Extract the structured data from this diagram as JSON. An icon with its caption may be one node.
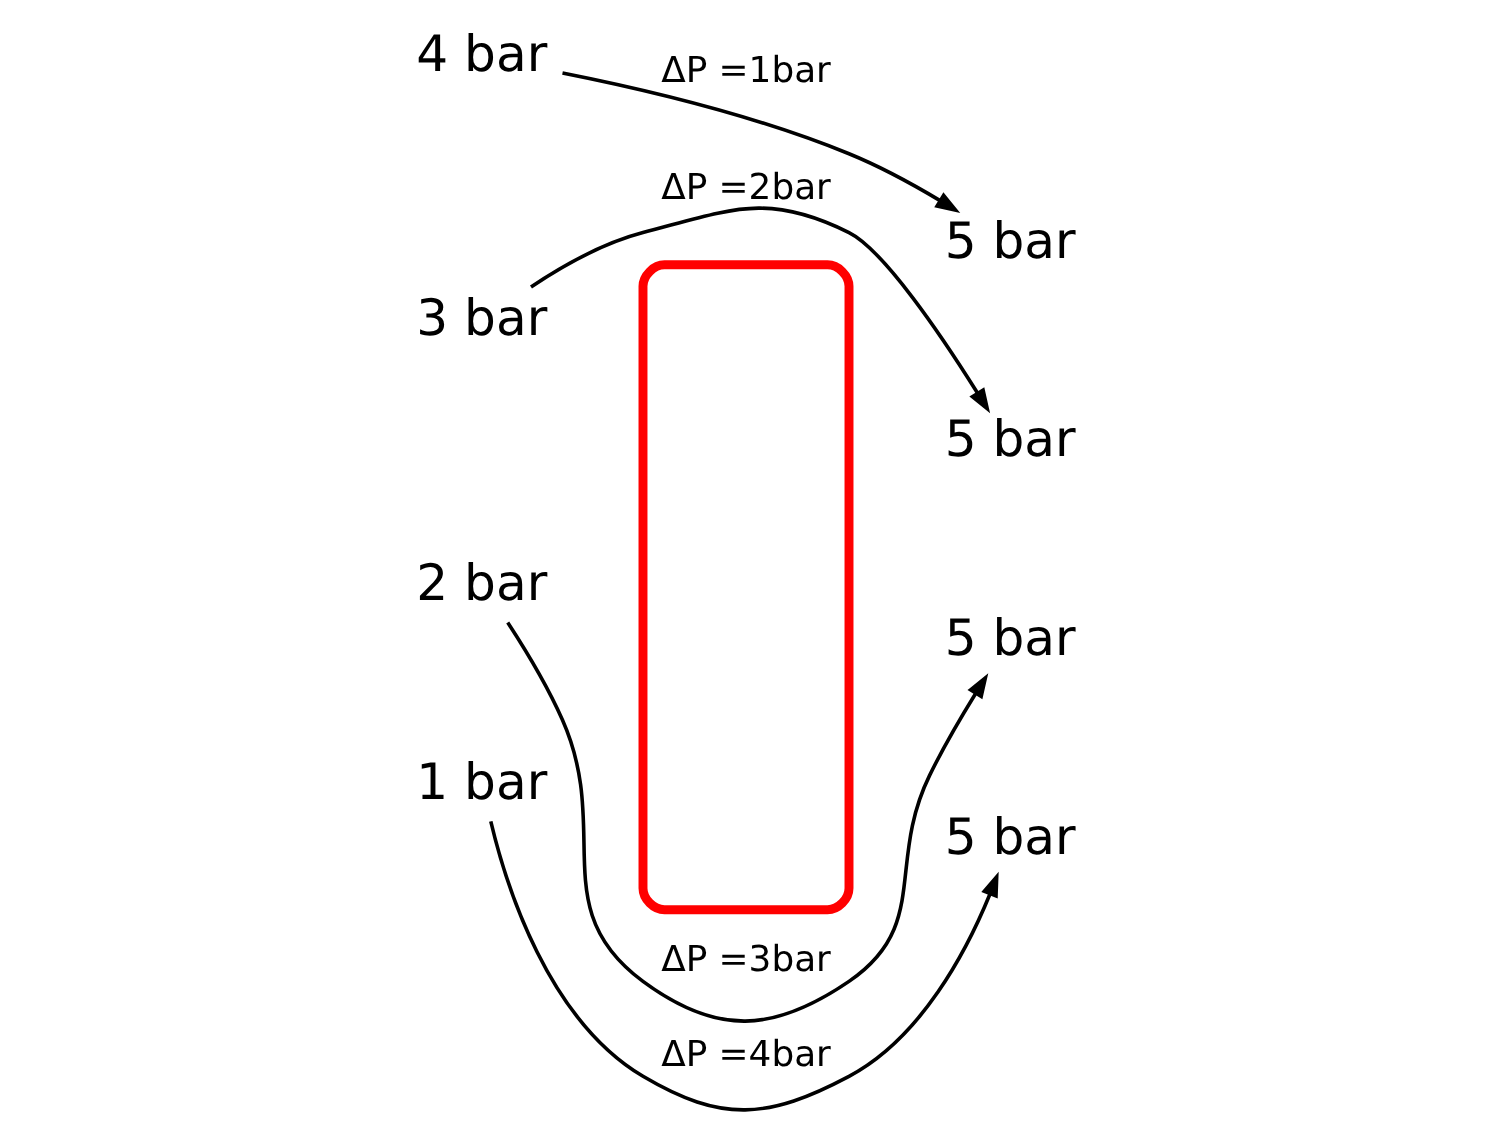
{
  "diagram": {
    "nodes": [
      {
        "text": [],
        "shape": "box"
      },
      {
        "text": [
          "4 bar"
        ]
      },
      {
        "text": [
          "5 bar"
        ]
      },
      {
        "text": [
          "3 bar"
        ]
      },
      {
        "text": [
          "5 bar"
        ]
      },
      {
        "text": [
          "2 bar"
        ]
      },
      {
        "text": [
          "5 bar"
        ]
      },
      {
        "text": [
          "1 bar"
        ]
      },
      {
        "text": [
          "5 bar"
        ]
      }
    ],
    "edges": [
      {
        "from": 1,
        "to": 2,
        "arrow": "to",
        "label": "ΔP =1bar"
      },
      {
        "from": 3,
        "to": 4,
        "arrow": "to",
        "label": "ΔP =2bar"
      },
      {
        "from": 5,
        "to": 6,
        "arrow": "to",
        "label": "ΔP =3bar"
      },
      {
        "from": 7,
        "to": 8,
        "arrow": "to",
        "label": "ΔP =4bar"
      }
    ]
  }
}
